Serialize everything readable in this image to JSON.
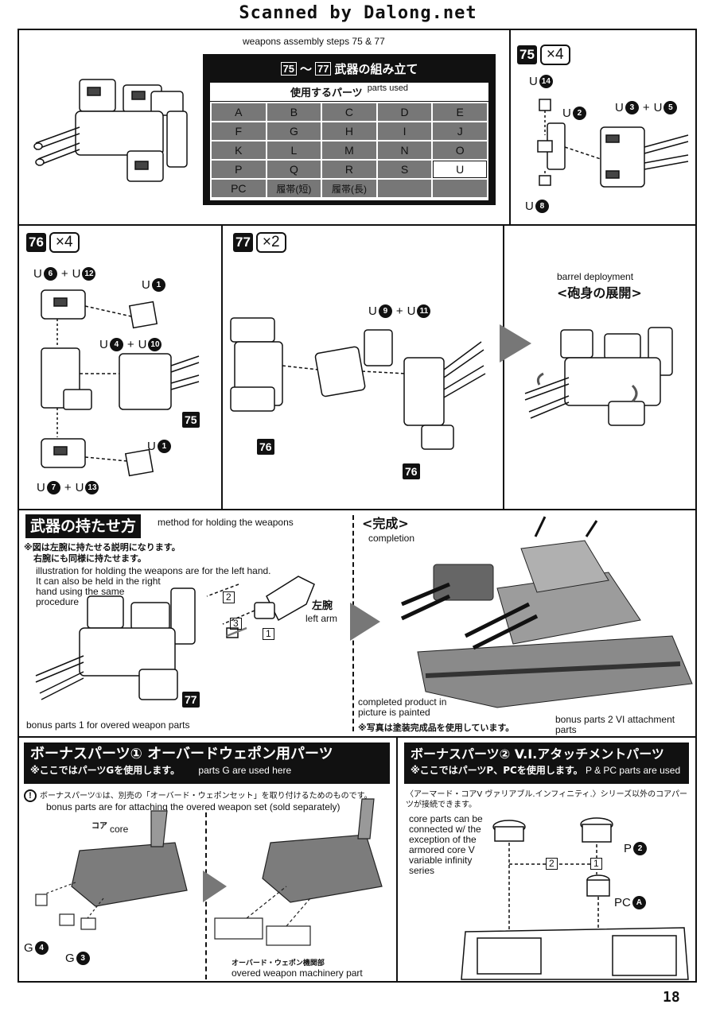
{
  "header": {
    "title": "Scanned by Dalong.net"
  },
  "page_number": "18",
  "top": {
    "caption": "weapons assembly steps 75 & 77",
    "table": {
      "title_from": "75",
      "title_sep": "～",
      "title_to": "77",
      "title_jp": "武器の組み立て",
      "subtitle_jp": "使用するパーツ",
      "subtitle_en": "parts used",
      "rows": [
        [
          "A",
          "B",
          "C",
          "D",
          "E"
        ],
        [
          "F",
          "G",
          "H",
          "I",
          "J"
        ],
        [
          "K",
          "L",
          "M",
          "N",
          "O"
        ],
        [
          "P",
          "Q",
          "R",
          "S",
          "U"
        ],
        [
          "PC",
          "履帯(短)",
          "履帯(長)",
          "",
          ""
        ]
      ],
      "highlight": "U"
    }
  },
  "step75": {
    "num": "75",
    "mult": "×4",
    "p14": {
      "letter": "U",
      "n": "14"
    },
    "p2": {
      "letter": "U",
      "n": "2"
    },
    "p3p5": {
      "a": "3",
      "b": "5",
      "letter": "U",
      "plus": "+"
    },
    "p8": {
      "letter": "U",
      "n": "8"
    }
  },
  "step76": {
    "num": "76",
    "mult": "×4",
    "p6p12": {
      "letter": "U",
      "a": "6",
      "b": "12",
      "plus": "+"
    },
    "p1a": {
      "letter": "U",
      "n": "1"
    },
    "p4p10": {
      "letter": "U",
      "a": "4",
      "b": "10",
      "plus": "+"
    },
    "ref": "75",
    "p1b": {
      "letter": "U",
      "n": "1"
    },
    "p7p13": {
      "letter": "U",
      "a": "7",
      "b": "13",
      "plus": "+"
    }
  },
  "step77": {
    "num": "77",
    "mult": "×2",
    "p9p11": {
      "letter": "U",
      "a": "9",
      "b": "11",
      "plus": "+"
    },
    "ref_left": "76",
    "ref_right": "76",
    "deploy_en": "barrel deployment",
    "deploy_jp": "<砲身の展開>"
  },
  "holding": {
    "banner": "武器の持たせ方",
    "en_title": "method for holding the weapons",
    "note_jp1": "※図は左腕に持たせる説明になります。",
    "note_jp2": "右腕にも同様に持たせます。",
    "note_en1": "illustration for holding the weapons are for the left hand.",
    "note_en2": "It can also be held in the right hand using the same procedure",
    "step1": "1",
    "step2": "2",
    "step3": "3",
    "left_arm_jp": "左腕",
    "left_arm_en": "left arm",
    "ref": "77"
  },
  "completion": {
    "jp": "<完成>",
    "en": "completion",
    "note_en": "completed product in picture is painted",
    "note_jp": "※写真は塗装完成品を使用しています。"
  },
  "bonus1": {
    "label_en": "bonus parts 1 for overed weapon parts",
    "banner": "ボーナスパーツ① オーバードウェポン用パーツ",
    "sub_jp": "※ここではパーツGを使用します。",
    "sub_en": "parts G are used here",
    "note_mark": "!",
    "note_jp": "ボーナスパーツ①は、別売の「オーバード・ウェポンセット」を取り付けるためのものです。",
    "note_en": "bonus parts are for attaching the overed weapon set (sold separately)",
    "core_jp": "コア",
    "core_en": "core",
    "g4": {
      "letter": "G",
      "n": "4"
    },
    "g3": {
      "letter": "G",
      "n": "3"
    },
    "mach_jp": "オーバード・ウェポン機関部",
    "mach_en": "overed weapon machinery part"
  },
  "bonus2": {
    "label_en": "bonus parts 2 VI attachment parts",
    "banner": "ボーナスパーツ② V.I.アタッチメントパーツ",
    "sub_jp": "※ここではパーツP、PCを使用します。",
    "sub_en": "P & PC parts  are used",
    "note_jp": "〈アーマード・コアV ヴァリアブル.インフィニティ.〉シリーズ以外のコアパーツが接続できます。",
    "note_en": "core parts can be connected w/ the exception of the armored core V variable infinity series",
    "p2": {
      "letter": "P",
      "n": "2"
    },
    "pca": {
      "letter": "PC",
      "n": "A"
    },
    "step1": "1",
    "step2": "2"
  }
}
